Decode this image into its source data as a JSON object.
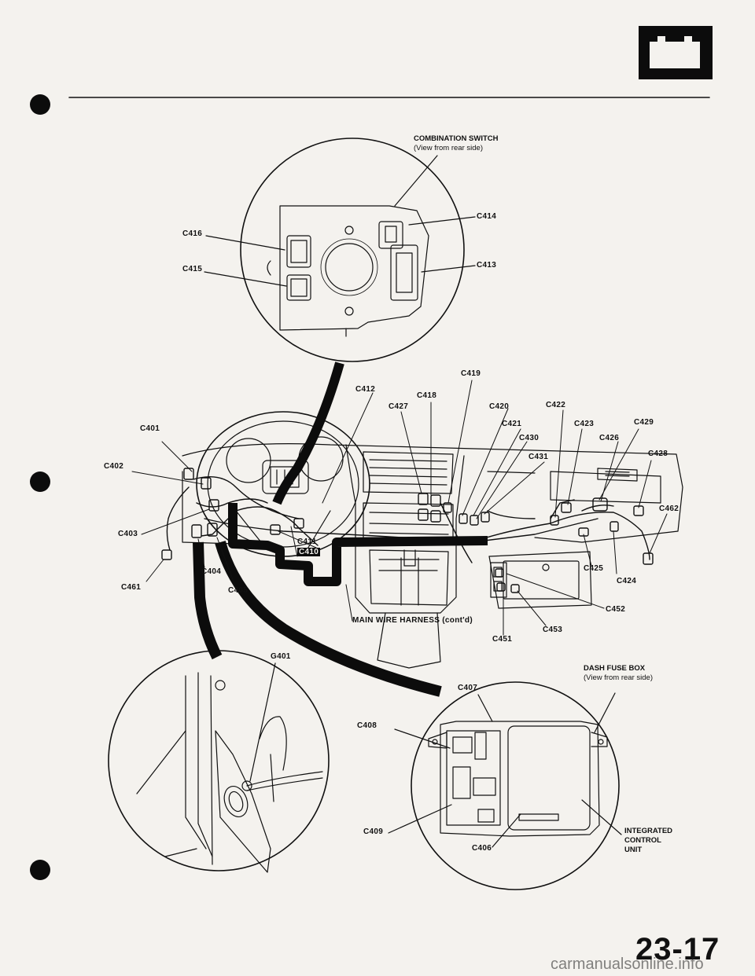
{
  "header": {
    "battery_icon": "battery-icon",
    "minus_sign": "−",
    "plus_sign": "+"
  },
  "captions": {
    "combination_switch": {
      "title": "COMBINATION SWITCH",
      "subtitle": "(View from rear side)"
    },
    "dash_fuse_box": {
      "title": "DASH FUSE BOX",
      "subtitle": "(View from rear side)"
    },
    "integrated_control_unit": [
      "INTEGRATED",
      "CONTROL",
      "UNIT"
    ],
    "main_wire_harness": "MAIN WIRE HARNESS (cont'd)"
  },
  "connectors": {
    "c401": "C401",
    "c402": "C402",
    "c403": "C403",
    "c404": "C404",
    "c405": "C405",
    "c406": "C406",
    "c407": "C407",
    "c408": "C408",
    "c409": "C409",
    "c410": "C410",
    "c411": "C411",
    "c412": "C412",
    "c413": "C413",
    "c414": "C414",
    "c415": "C415",
    "c416": "C416",
    "c418": "C418",
    "c419": "C419",
    "c420": "C420",
    "c421": "C421",
    "c422": "C422",
    "c423": "C423",
    "c424": "C424",
    "c425": "C425",
    "c426": "C426",
    "c427": "C427",
    "c428": "C428",
    "c429": "C429",
    "c430": "C430",
    "c431": "C431",
    "c451": "C451",
    "c452": "C452",
    "c453": "C453",
    "c461": "C461",
    "c462": "C462",
    "g401": "G401"
  },
  "page_number": "23-17",
  "watermark": "carmanualsonline.info"
}
